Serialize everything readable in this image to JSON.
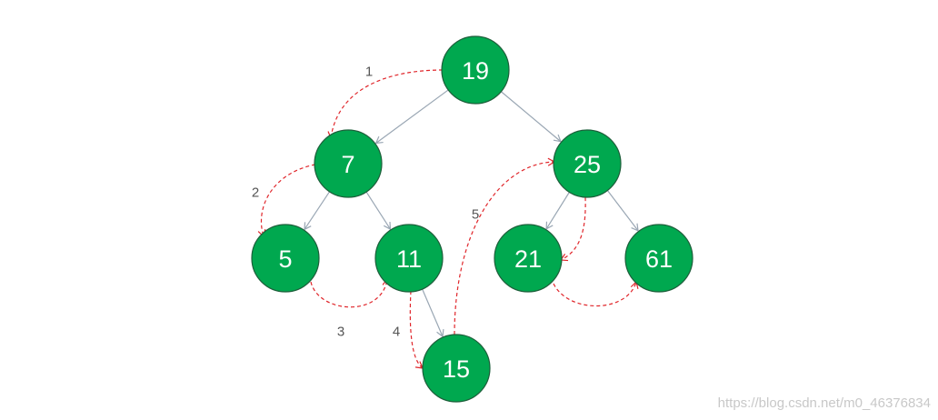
{
  "nodes": [
    {
      "id": "n19",
      "label": "19"
    },
    {
      "id": "n7",
      "label": "7"
    },
    {
      "id": "n25",
      "label": "25"
    },
    {
      "id": "n5",
      "label": "5"
    },
    {
      "id": "n11",
      "label": "11"
    },
    {
      "id": "n21",
      "label": "21"
    },
    {
      "id": "n61",
      "label": "61"
    },
    {
      "id": "n15",
      "label": "15"
    }
  ],
  "edges": [
    {
      "from": "n19",
      "to": "n7"
    },
    {
      "from": "n19",
      "to": "n25"
    },
    {
      "from": "n7",
      "to": "n5"
    },
    {
      "from": "n7",
      "to": "n11"
    },
    {
      "from": "n11",
      "to": "n15"
    },
    {
      "from": "n25",
      "to": "n21"
    },
    {
      "from": "n25",
      "to": "n61"
    }
  ],
  "traversal_steps": [
    {
      "label": "1",
      "from": "n19",
      "to": "n7"
    },
    {
      "label": "2",
      "from": "n7",
      "to": "n5"
    },
    {
      "label": "3",
      "from": "n5",
      "to": "n11"
    },
    {
      "label": "4",
      "from": "n11",
      "to": "n15"
    },
    {
      "label": "5",
      "from": "n15",
      "to": "n25"
    },
    {
      "label": "",
      "from": "n25",
      "to": "n21"
    },
    {
      "label": "",
      "from": "n21",
      "to": "n61"
    }
  ],
  "colors": {
    "node_fill": "#00a84f",
    "tree_edge": "#9aa7b4",
    "step_path": "#e0262b"
  },
  "watermark": "https://blog.csdn.net/m0_46376834"
}
